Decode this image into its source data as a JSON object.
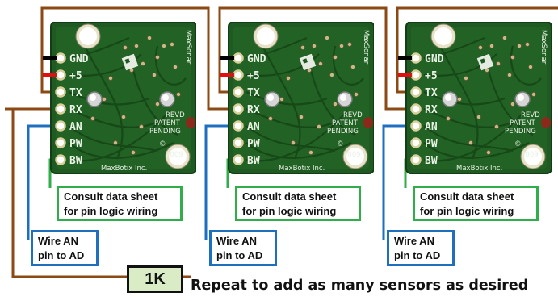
{
  "pin_labels": [
    "GND",
    "+5",
    "TX",
    "RX",
    "AN",
    "PW",
    "BW"
  ],
  "board_text": {
    "rev": "REVD",
    "patent_line1": "PATENT",
    "patent_line2": "PENDING",
    "copyright": "©",
    "year": "2009",
    "maker": "MaxBotix Inc.",
    "side_label": "MaxSonar"
  },
  "callouts": {
    "datasheet_line1": "Consult data sheet",
    "datasheet_line2": "for pin logic wiring",
    "wire_an_line1": "Wire AN",
    "wire_an_line2": "pin to AD"
  },
  "resistor_label": "1K",
  "caption": "Repeat to add as many sensors as desired",
  "colors": {
    "chain_wire": "#8b4a14",
    "an_wire": "#1f6fbf",
    "bw_wire": "#2fae4a",
    "gnd_wire": "#000000",
    "power_wire": "#e01010",
    "board": "#1f5a22"
  }
}
